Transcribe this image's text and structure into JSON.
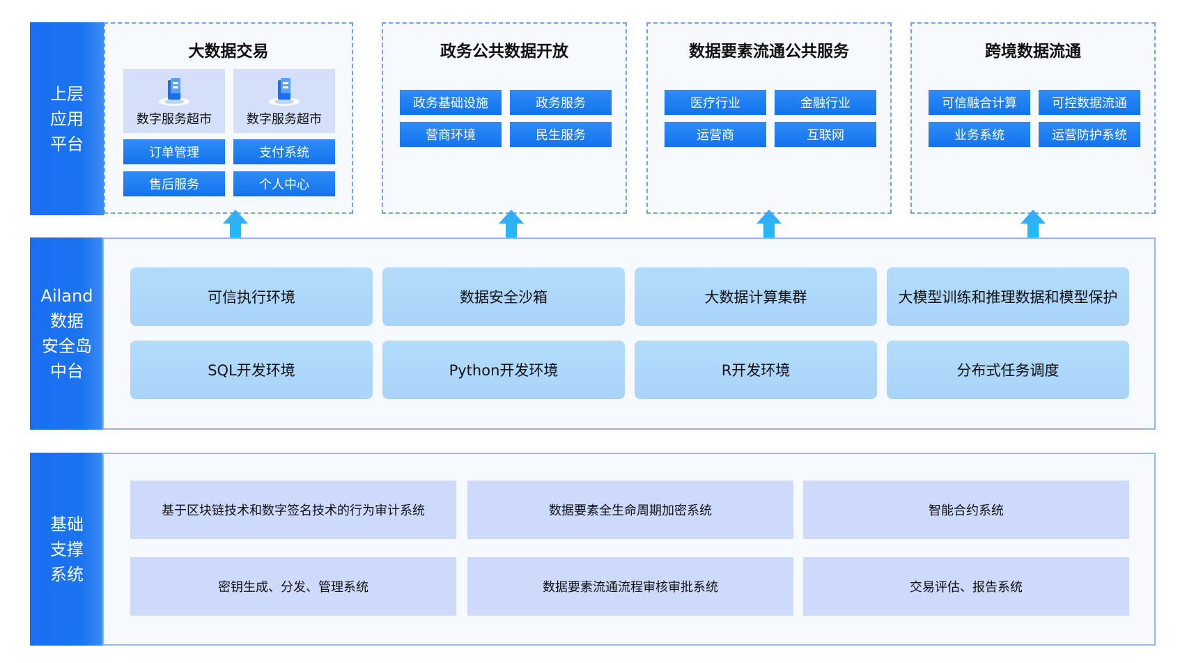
{
  "side_labels": {
    "upper": [
      "上层",
      "应用",
      "平台"
    ],
    "middle": [
      "Ailand",
      "数据",
      "安全岛",
      "中台"
    ],
    "bottom": [
      "基础",
      "支撑",
      "系统"
    ]
  },
  "top_sections": [
    {
      "title": "大数据交易",
      "markets": [
        "数字服务超市",
        "数字服务超市"
      ],
      "tags": [
        "订单管理",
        "支付系统",
        "售后服务",
        "个人中心"
      ]
    },
    {
      "title": "政务公共数据开放",
      "tags": [
        "政务基础设施",
        "政务服务",
        "营商环境",
        "民生服务"
      ]
    },
    {
      "title": "数据要素流通公共服务",
      "tags": [
        "医疗行业",
        "金融行业",
        "运营商",
        "互联网"
      ]
    },
    {
      "title": "跨境数据流通",
      "tags": [
        "可信融合计算",
        "可控数据流通",
        "业务系统",
        "运营防护系统"
      ]
    }
  ],
  "middle_items": [
    "可信执行环境",
    "数据安全沙箱",
    "大数据计算集群",
    "大模型训练和推理数据和模型保护",
    "SQL开发环境",
    "Python开发环境",
    "R开发环境",
    "分布式任务调度"
  ],
  "bottom_items": [
    "基于区块链技术和数字签名技术的行为审计系统",
    "数据要素全生命周期加密系统",
    "智能合约系统",
    "密钥生成、分发、管理系统",
    "数据要素流通流程审核审批系统",
    "交易评估、报告系统"
  ],
  "colors": {
    "primary_blue": "#1a74f0",
    "tag_blue": "#1273ee",
    "pill_light_blue": "#add6fa",
    "block_lavender": "#cddafc",
    "dashed_border": "#6ea3f5",
    "arrow_blue": "#29a3f5"
  },
  "icons": [
    "database-building-icon",
    "up-arrow-icon"
  ]
}
